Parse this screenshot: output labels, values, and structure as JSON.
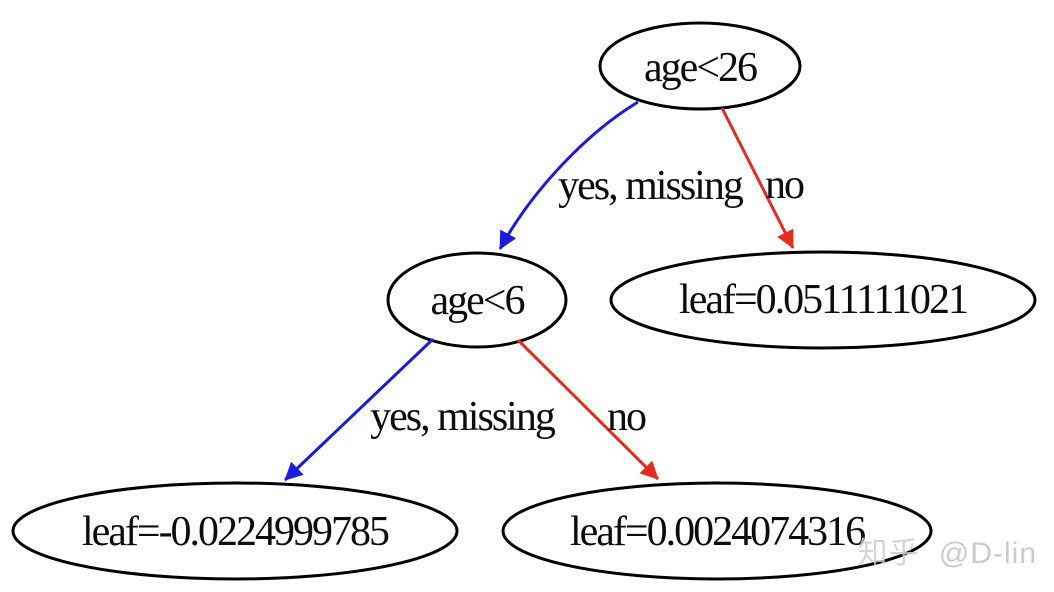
{
  "diagram": {
    "type": "decision-tree",
    "background": "#ffffff",
    "colors": {
      "node_fill": "#ffffff",
      "node_stroke": "#000000",
      "text": "#0d0d0d",
      "yes_edge": "#1b1be0",
      "no_edge": "#e02d1f",
      "watermark_site": "#cdcdcd",
      "watermark_handle": "#c2c2c2"
    },
    "nodes": {
      "root": {
        "label": "age<26"
      },
      "age6": {
        "label": "age<6"
      },
      "leaf_right": {
        "label": "leaf=0.0511111021"
      },
      "leaf_left": {
        "label": "leaf=-0.0224999785"
      },
      "leaf_mid": {
        "label": "leaf=0.0024074316"
      }
    },
    "edges": {
      "root_yes": {
        "label": "yes, missing",
        "type": "yes"
      },
      "root_no": {
        "label": "no",
        "type": "no"
      },
      "age6_yes": {
        "label": "yes, missing",
        "type": "yes"
      },
      "age6_no": {
        "label": "no",
        "type": "no"
      }
    },
    "watermark": {
      "site": "知乎",
      "handle": "@D-lin"
    }
  }
}
